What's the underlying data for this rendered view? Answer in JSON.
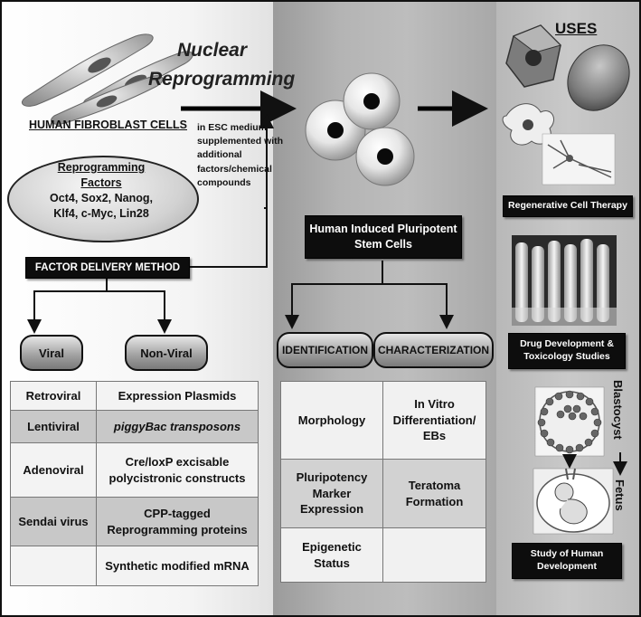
{
  "left": {
    "title_line1": "Nuclear",
    "title_line2": "Reprogramming",
    "fibroblast_label": "HUMAN FIBROBLAST CELLS",
    "medium_note": "in ESC medium supplemented with additional factors/chemical compounds",
    "factors_title_1": "Reprogramming",
    "factors_title_2": "Factors",
    "factors_list_1": "Oct4, Sox2, Nanog,",
    "factors_list_2": "Klf4, c-Myc, Lin28",
    "delivery_label": "FACTOR DELIVERY METHOD",
    "viral_label": "Viral",
    "nonviral_label": "Non-Viral",
    "table": [
      [
        "Retroviral",
        "Expression Plasmids"
      ],
      [
        "Lentiviral",
        "piggyBac transposons"
      ],
      [
        "Adenoviral",
        "Cre/loxP excisable polycistronic constructs"
      ],
      [
        "Sendai virus",
        "CPP-tagged Reprogramming proteins"
      ],
      [
        "",
        "Synthetic modified mRNA"
      ]
    ]
  },
  "middle": {
    "ipsc_label": "Human Induced Pluripotent Stem Cells",
    "identification_label": "IDENTIFICATION",
    "characterization_label": "CHARACTERIZATION",
    "table": [
      [
        "Morphology",
        "In Vitro Differentiation/ EBs"
      ],
      [
        "Pluripotency Marker Expression",
        "Teratoma Formation"
      ],
      [
        "Epigenetic Status",
        ""
      ]
    ]
  },
  "right": {
    "uses_title": "USES",
    "use1": "Regenerative Cell Therapy",
    "use2": "Drug Development & Toxicology Studies",
    "use3": "Study of Human Development",
    "blastocyst_label": "Blastocyst",
    "fetus_label": "Fetus"
  },
  "colors": {
    "label_bg": "#0d0d0d",
    "panel_mid": "#b4b4b4",
    "panel_right": "#c9c9c9"
  }
}
